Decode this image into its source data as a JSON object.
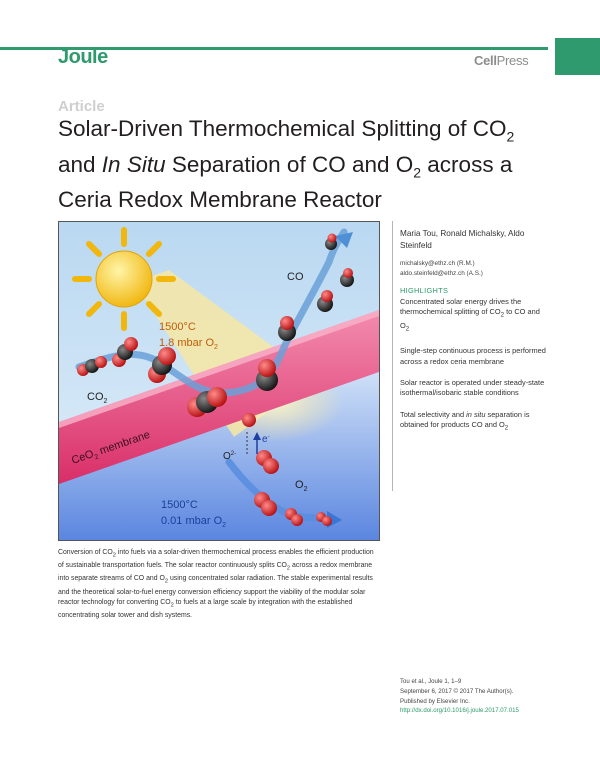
{
  "header": {
    "journal": "Joule",
    "publisher_bold": "Cell",
    "publisher_light": "Press"
  },
  "article_type": "Article",
  "title": {
    "line1": "Solar-Driven Thermochemical Splitting of CO",
    "line1_sub": "2",
    "line2_a": "and ",
    "line2_em": "In Situ",
    "line2_b": " Separation of CO and O",
    "line2_sub": "2",
    "line2_c": " across a",
    "line3": "Ceria Redox Membrane Reactor"
  },
  "figure": {
    "co": "CO",
    "co2": "CO",
    "co2_sub": "2",
    "top_temp": "1500°C",
    "top_pressure": "1.8 mbar O",
    "top_pressure_sub": "2",
    "membrane": "CeO",
    "membrane_sub": "2",
    "membrane_word": " membrane",
    "o2minus": "O",
    "o2minus_sup": "2-",
    "electron": "e",
    "electron_sup": "-",
    "o2_bottom": "O",
    "o2_bottom_sub": "2",
    "bottom_temp": "1500°C",
    "bottom_pressure": "0.01 mbar O",
    "bottom_pressure_sub": "2"
  },
  "sidebar": {
    "authors": "Maria Tou, Ronald Michalsky, Aldo Steinfeld",
    "email1": "michalsky@ethz.ch (R.M.)",
    "email2": "aldo.steinfeld@ethz.ch (A.S.)",
    "highlights_heading": "HIGHLIGHTS",
    "h1_a": "Concentrated solar energy drives the thermochemical splitting of CO",
    "h1_sub1": "2",
    "h1_b": " to CO and O",
    "h1_sub2": "2",
    "h2": "Single-step continuous process is performed across a redox ceria membrane",
    "h3": "Solar reactor is operated under steady-state isothermal/isobaric stable conditions",
    "h4_a": "Total selectivity and ",
    "h4_em": "in situ",
    "h4_b": " separation is obtained for products CO and O",
    "h4_sub": "2"
  },
  "abstract": {
    "p1": "Conversion of CO",
    "s1": "2",
    "p2": " into fuels via a solar-driven thermochemical process enables the efficient production of sustainable transportation fuels. The solar reactor continuously splits CO",
    "s2": "2",
    "p3": " across a redox membrane into separate streams of CO and O",
    "s3": "2",
    "p4": " using concentrated solar radiation. The stable experimental results and the theoretical solar-to-fuel energy conversion efficiency support the viability of the modular solar reactor technology for converting CO",
    "s4": "2",
    "p5": " to fuels at a large scale by integration with the established concentrating solar tower and dish systems."
  },
  "citation": {
    "line1": "Tou et al., Joule 1, 1–9",
    "line2": "September 6, 2017 © 2017 The Author(s).",
    "line3": "Published by Elsevier Inc.",
    "doi": "http://dx.doi.org/10.1016/j.joule.2017.07.015"
  },
  "colors": {
    "brand_green": "#2e9a6d",
    "sky_blue": "#c9e2f5",
    "membrane_pink": "#e8437a",
    "sun_yellow": "#f7c81e",
    "molecule_red": "#d91c1c"
  }
}
